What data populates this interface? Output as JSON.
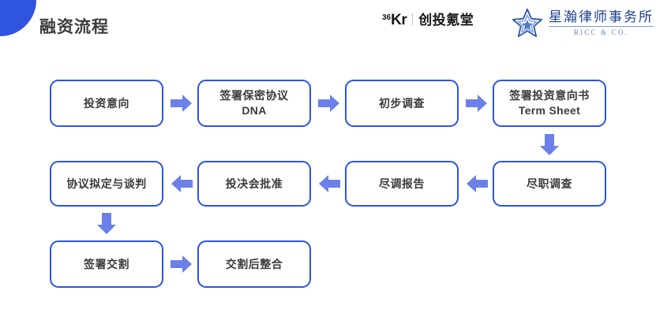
{
  "header": {
    "title": "融资流程",
    "logo_36kr": {
      "superscript": "36",
      "mark": "Kr",
      "divider": "|",
      "chinese": "创投氪堂"
    },
    "logo_ricc": {
      "icon": "star-outline-icon",
      "chinese_name": "星瀚律师事务所",
      "english_name": "RICC & CO."
    }
  },
  "colors": {
    "accent_blue": "#2b53e6",
    "arrow_blue": "#6b80e8",
    "text_dark": "#3b3b3b",
    "logo_navy": "#1c3f8f",
    "background": "#ffffff"
  },
  "flow": {
    "rows": [
      {
        "direction": "left-to-right",
        "steps": [
          {
            "line1": "投资意向",
            "line2": ""
          },
          {
            "line1": "签署保密协议",
            "line2": "DNA"
          },
          {
            "line1": "初步调查",
            "line2": ""
          },
          {
            "line1": "签署投资意向书",
            "line2": "Term Sheet"
          }
        ]
      },
      {
        "direction": "right-to-left",
        "steps": [
          {
            "line1": "协议拟定与谈判",
            "line2": ""
          },
          {
            "line1": "投决会批准",
            "line2": ""
          },
          {
            "line1": "尽调报告",
            "line2": ""
          },
          {
            "line1": "尽职调查",
            "line2": ""
          }
        ]
      },
      {
        "direction": "left-to-right",
        "steps": [
          {
            "line1": "签署交割",
            "line2": ""
          },
          {
            "line1": "交割后整合",
            "line2": ""
          }
        ]
      }
    ],
    "connectors": [
      {
        "name": "arrow-right-r1-s1-s2",
        "type": "arrow-right-icon"
      },
      {
        "name": "arrow-right-r1-s2-s3",
        "type": "arrow-right-icon"
      },
      {
        "name": "arrow-right-r1-s3-s4",
        "type": "arrow-right-icon"
      },
      {
        "name": "arrow-down-r1s4-to-r2s4",
        "type": "arrow-down-icon"
      },
      {
        "name": "arrow-left-r2-s4-s3",
        "type": "arrow-left-icon"
      },
      {
        "name": "arrow-left-r2-s3-s2",
        "type": "arrow-left-icon"
      },
      {
        "name": "arrow-left-r2-s2-s1",
        "type": "arrow-left-icon"
      },
      {
        "name": "arrow-down-r2s1-to-r3s1",
        "type": "arrow-down-icon"
      },
      {
        "name": "arrow-right-r3-s1-s2",
        "type": "arrow-right-icon"
      }
    ]
  }
}
